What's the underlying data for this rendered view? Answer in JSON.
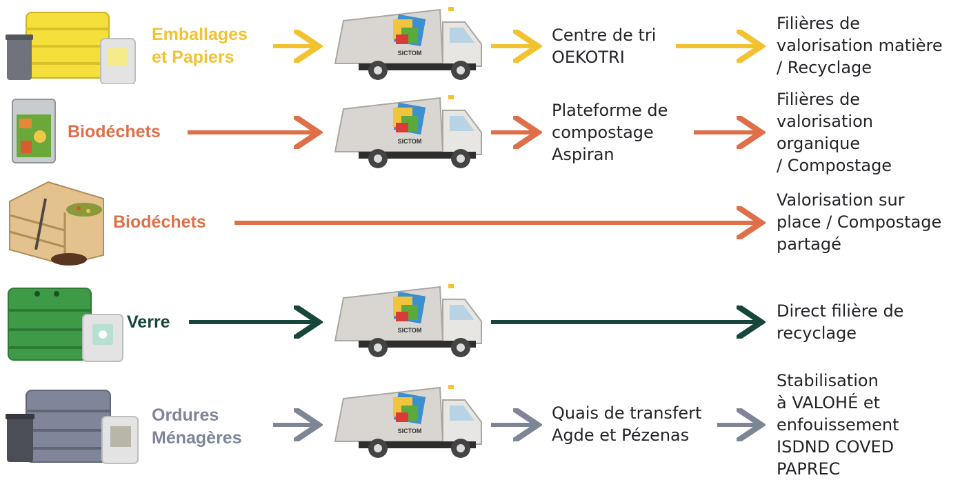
{
  "colors": {
    "yellow": "#f3c230",
    "orange": "#de6f49",
    "teal": "#16463c",
    "slate": "#7e8597",
    "text": "#222428",
    "truck_body": "#d9d6d1",
    "truck_dark": "#3a3a3a"
  },
  "truck_brand": "SICTOM",
  "rows": [
    {
      "category": [
        "Emballages",
        "et Papiers"
      ],
      "color_key": "yellow",
      "container_icon": "yellow-bins-icon",
      "has_truck": true,
      "step": [
        "Centre de tri",
        "OEKOTRI"
      ],
      "destination": [
        "Filières de",
        "valorisation matière",
        "/ Recyclage"
      ]
    },
    {
      "category": [
        "Biodéchets"
      ],
      "color_key": "orange",
      "container_icon": "biowaste-bin-icon",
      "has_truck": true,
      "step": [
        "Plateforme de",
        "compostage",
        "Aspiran"
      ],
      "destination": [
        "Filières de",
        "valorisation",
        "organique",
        "/ Compostage"
      ]
    },
    {
      "category": [
        "Biodéchets"
      ],
      "color_key": "orange",
      "container_icon": "compost-crates-icon",
      "has_truck": false,
      "step": [],
      "destination": [
        "Valorisation sur",
        "place / Compostage",
        "partagé"
      ]
    },
    {
      "category": [
        "Verre"
      ],
      "color_key": "teal",
      "container_icon": "glass-bins-icon",
      "has_truck": true,
      "step": [],
      "destination": [
        "Direct filière de",
        "recyclage"
      ]
    },
    {
      "category": [
        "Ordures",
        "Ménagères"
      ],
      "color_key": "slate",
      "container_icon": "grey-bins-icon",
      "has_truck": true,
      "step": [
        "Quais de transfert",
        "Agde et Pézenas"
      ],
      "destination": [
        "Stabilisation",
        "à VALOHÉ et",
        "enfouissement",
        "ISDND COVED",
        "PAPREC"
      ]
    }
  ]
}
